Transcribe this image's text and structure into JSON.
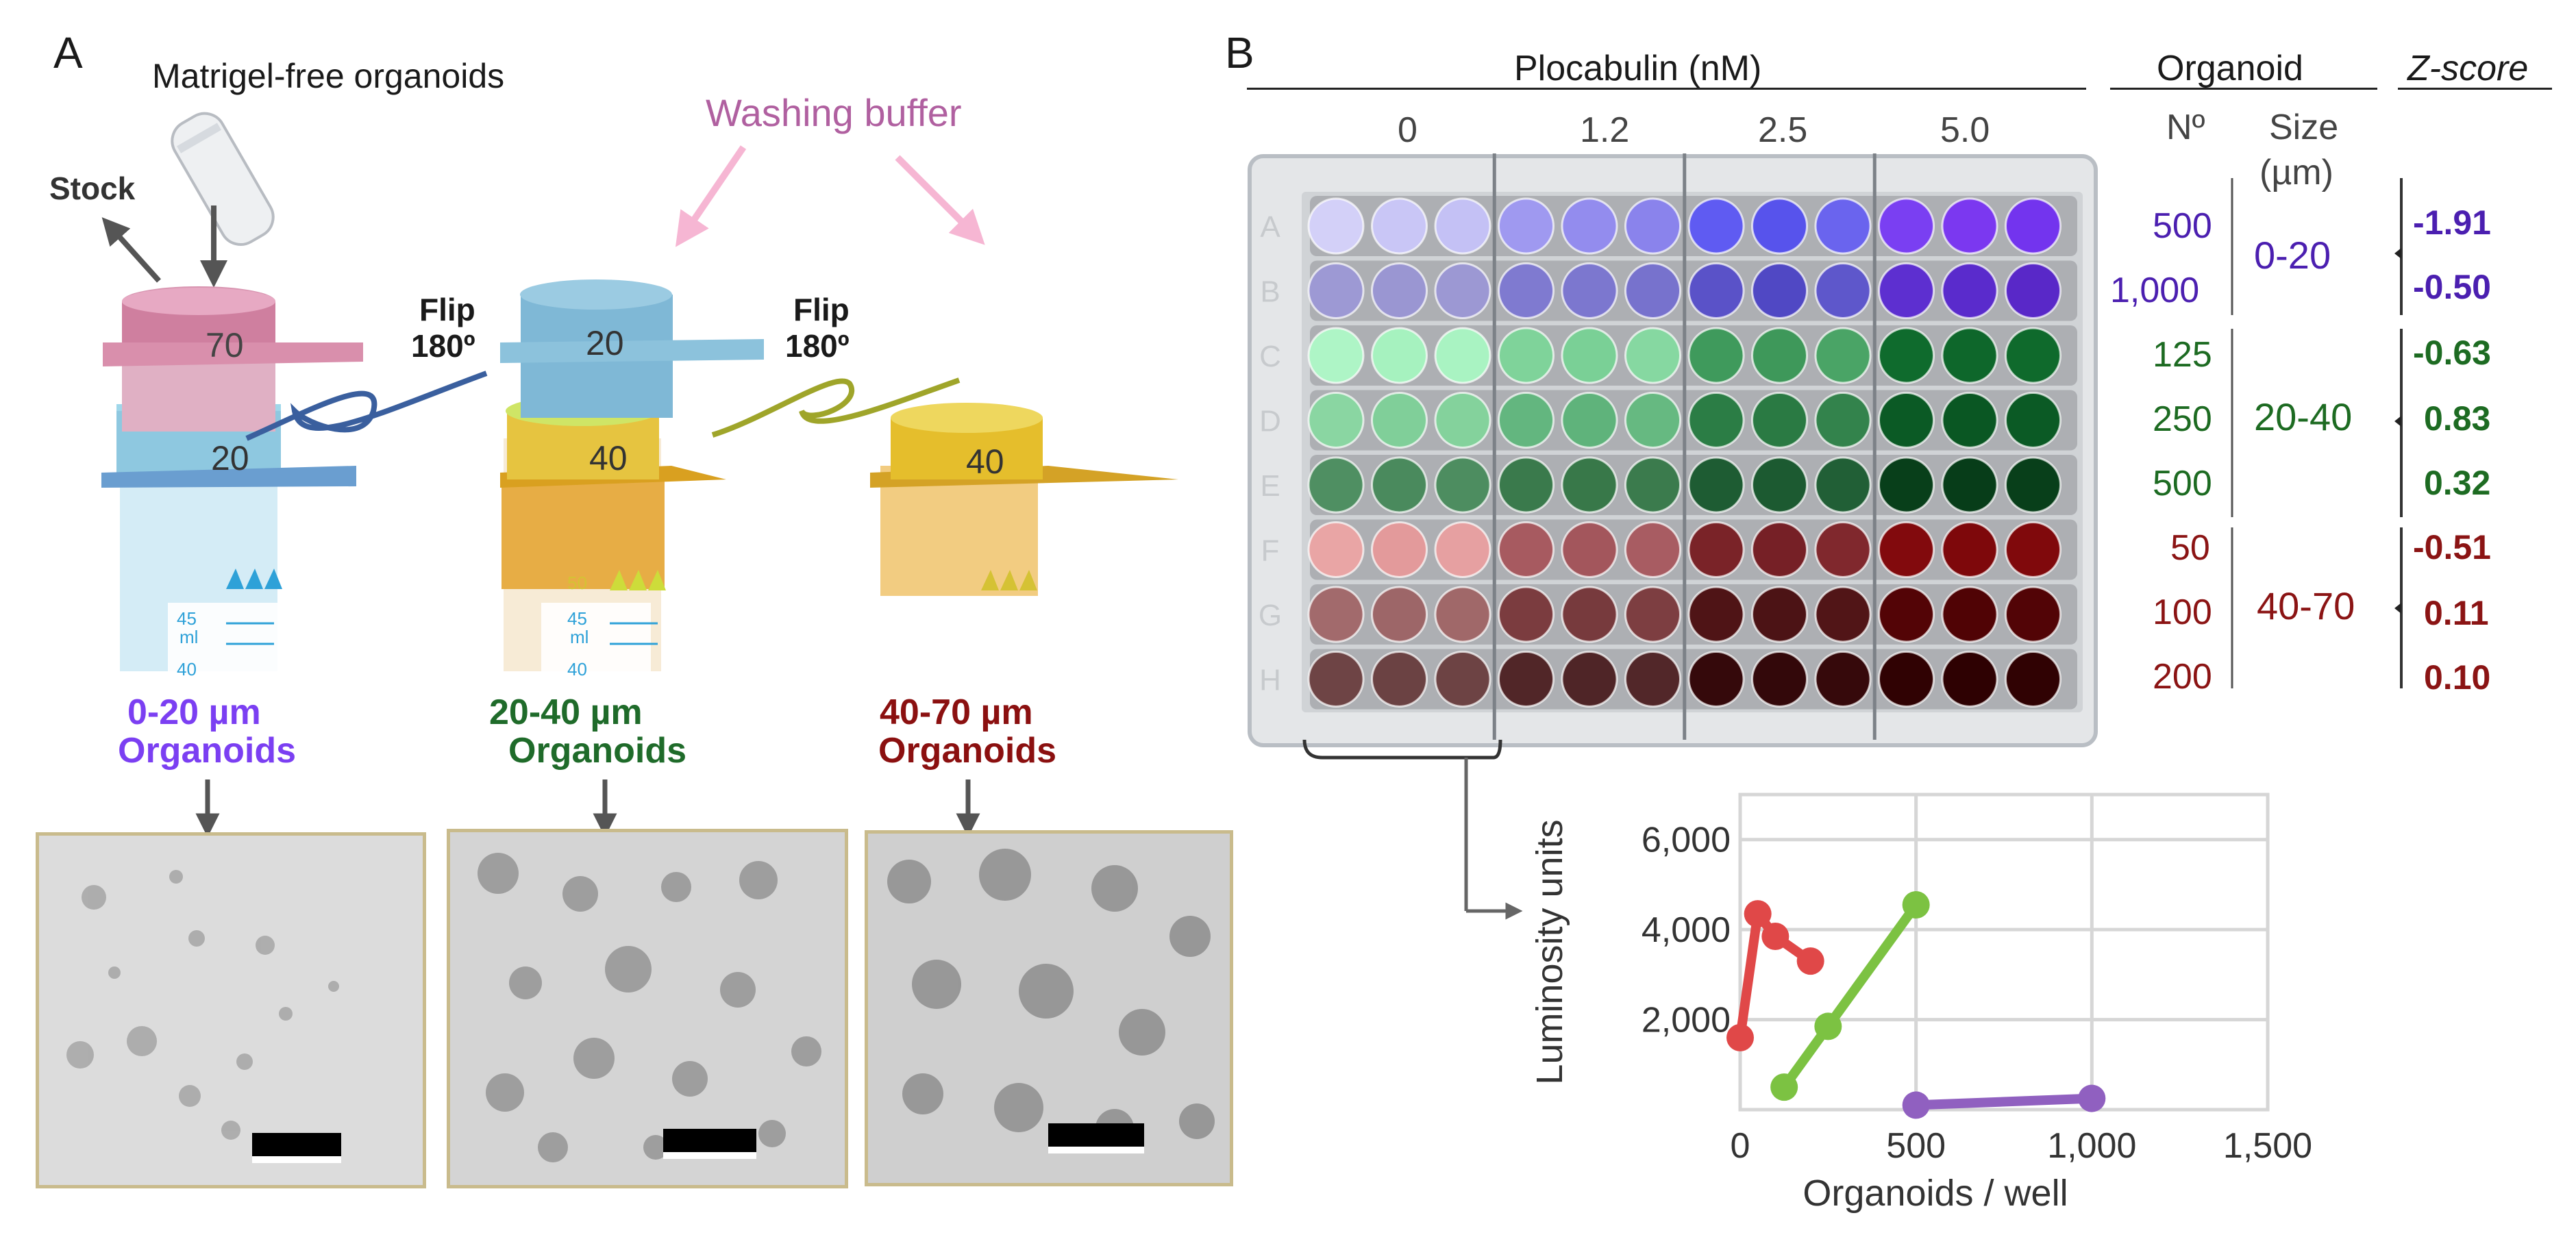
{
  "panelA": {
    "letter": "A",
    "title": "Matrigel-free organoids",
    "stock": "Stock",
    "washing": "Washing buffer",
    "flip1": [
      "Flip",
      "180º"
    ],
    "flip2": [
      "Flip",
      "180º"
    ],
    "strainers": {
      "s70": "70",
      "s20a": "20",
      "s20b": "20",
      "s40a": "40",
      "s40b": "40"
    },
    "tube_marks": {
      "t1": "45",
      "t2": "ml",
      "t3": "40",
      "t4": "50"
    },
    "fractions": [
      {
        "size": "0-20 µm",
        "label": "Organoids",
        "color": "#7b3ff2"
      },
      {
        "size": "20-40 µm",
        "label": "Organoids",
        "color": "#1f6b2a"
      },
      {
        "size": "40-70 µm",
        "label": "Organoids",
        "color": "#8b1010"
      }
    ]
  },
  "panelB": {
    "letter": "B",
    "plocabulin_header": "Plocabulin (nM)",
    "doses": [
      "0",
      "1.2",
      "2.5",
      "5.0"
    ],
    "row_letters": [
      "A",
      "B",
      "C",
      "D",
      "E",
      "F",
      "G",
      "H"
    ],
    "organoid_header": "Organoid",
    "zscore_header": "Z-score",
    "n_header": "Nº",
    "size_header": [
      "Size",
      "(µm)"
    ],
    "groups": [
      {
        "size": "0-20",
        "color": "#4b1fb0",
        "counts": [
          "500",
          "1,000"
        ],
        "z": [
          "-1.91",
          "-0.50"
        ]
      },
      {
        "size": "20-40",
        "color": "#1d6b22",
        "counts": [
          "125",
          "250",
          "500"
        ],
        "z": [
          "-0.63",
          "0.83",
          "0.32"
        ]
      },
      {
        "size": "40-70",
        "color": "#8b1414",
        "counts": [
          "50",
          "100",
          "200"
        ],
        "z": [
          "-0.51",
          "0.11",
          "0.10"
        ]
      }
    ],
    "well_colors": [
      [
        "#d3d0f8",
        "#c9c6f6",
        "#c4c1f5",
        "#9f99f0",
        "#938cee",
        "#8a83ec",
        "#5f5bf2",
        "#5753ec",
        "#6a64ee",
        "#7a3ff2",
        "#7b38f0",
        "#7334ee"
      ],
      [
        "#9d99d4",
        "#9a96d2",
        "#9c98d3",
        "#7f7ad0",
        "#7c77cf",
        "#7772cd",
        "#5a52c8",
        "#5048c4",
        "#5e57cb",
        "#5d2fd0",
        "#5a2bcc",
        "#5928c8"
      ],
      [
        "#aef5c6",
        "#a6f2bf",
        "#a9f3c2",
        "#7fd39a",
        "#7ad096",
        "#86d8a1",
        "#3f9a5c",
        "#3e985a",
        "#4aa466",
        "#0f6b2d",
        "#0e672b",
        "#0f6a2c"
      ],
      [
        "#8ad6a2",
        "#80cf99",
        "#84d29c",
        "#63b67f",
        "#5fb37b",
        "#66b981",
        "#2b7d45",
        "#2a7a43",
        "#33834c",
        "#0b5a25",
        "#0a5723",
        "#0b5a25"
      ],
      [
        "#4f8f62",
        "#4a8a5d",
        "#4d8d60",
        "#3a7a4c",
        "#387849",
        "#3b7b4d",
        "#1e5c33",
        "#1c5a31",
        "#215f36",
        "#083f1a",
        "#073d19",
        "#083f1a"
      ],
      [
        "#e9a5a5",
        "#e39a9b",
        "#e6a0a1",
        "#a75a60",
        "#a3565c",
        "#a85c62",
        "#7a2328",
        "#762026",
        "#80282d",
        "#820a0d",
        "#7e080b",
        "#80090c"
      ],
      [
        "#a26a6c",
        "#9d6668",
        "#a06869",
        "#7b3c3f",
        "#773a3d",
        "#7d3e41",
        "#4f1416",
        "#4c1315",
        "#511517",
        "#530406",
        "#500305",
        "#520406"
      ],
      [
        "#6e4445",
        "#6b4243",
        "#6d4344",
        "#512628",
        "#4f2527",
        "#522729",
        "#35090b",
        "#33080a",
        "#36090b",
        "#300203",
        "#2e0102",
        "#300203"
      ]
    ]
  },
  "chart_data": {
    "type": "line",
    "xlabel": "Organoids / well",
    "ylabel": "Luminosity units",
    "xlim": [
      0,
      1500
    ],
    "ylim": [
      0,
      7000
    ],
    "xticks": [
      "0",
      "500",
      "1,000",
      "1,500"
    ],
    "yticks": [
      "2,000",
      "4,000",
      "6,000"
    ],
    "grid": true,
    "series": [
      {
        "color": "#e04848",
        "points": [
          [
            0,
            1600
          ],
          [
            50,
            4350
          ],
          [
            100,
            3850
          ],
          [
            200,
            3300
          ]
        ]
      },
      {
        "color": "#7cc242",
        "points": [
          [
            125,
            500
          ],
          [
            250,
            1850
          ],
          [
            500,
            4550
          ]
        ]
      },
      {
        "color": "#9060c0",
        "points": [
          [
            500,
            100
          ],
          [
            1000,
            250
          ]
        ]
      }
    ]
  }
}
